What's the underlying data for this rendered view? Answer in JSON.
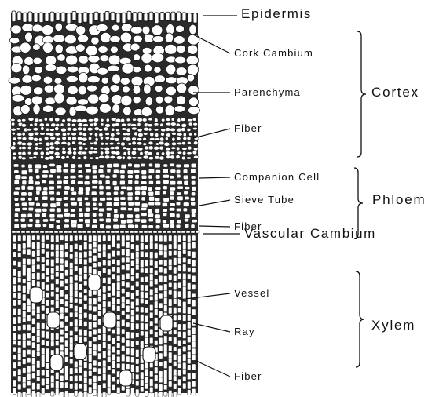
{
  "figure": {
    "labels": {
      "epidermis": "Epidermis",
      "cork_cambium": "Cork Cambium",
      "parenchyma": "Parenchyma",
      "cortex_fiber": "Fiber",
      "companion_cell": "Companion Cell",
      "sieve_tube": "Sieve Tube",
      "phloem_fiber": "Fiber",
      "vascular_cambium": "Vascular Cambium",
      "vessel": "Vessel",
      "ray": "Ray",
      "xylem_fiber": "Fiber"
    },
    "groups": {
      "cortex": "Cortex",
      "phloem": "Phloem",
      "xylem": "Xylem"
    },
    "colors": {
      "ink": "#111111",
      "cell_fill": "#ffffff",
      "tissue_dark": "#2a2a2a"
    }
  }
}
